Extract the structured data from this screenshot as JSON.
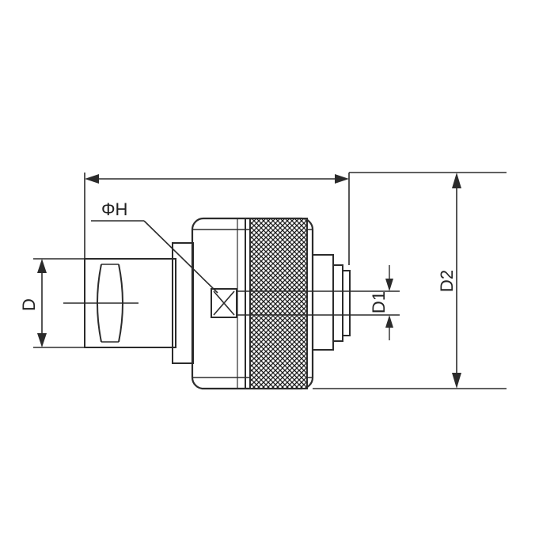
{
  "labels": {
    "overall_length": "",
    "phi_h": "ΦH",
    "d": "D",
    "d1": "D1",
    "d2": "D2"
  },
  "colors": {
    "line": "#2b2b2b",
    "knurl": "#1e1e1e",
    "background": "#ffffff"
  }
}
